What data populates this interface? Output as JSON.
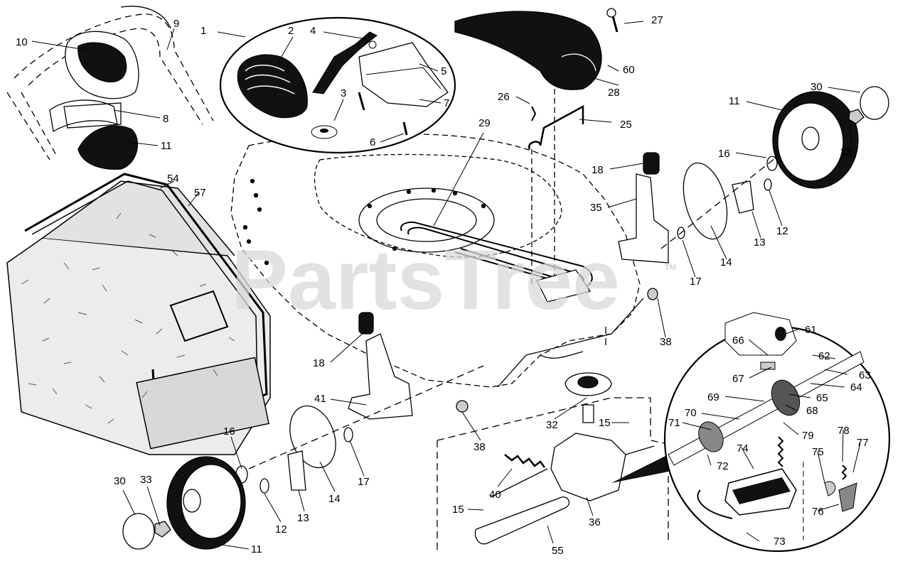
{
  "watermark": {
    "text": "PartsTree",
    "mark": "TM"
  },
  "callouts": [
    {
      "id": "c1",
      "text": "1"
    },
    {
      "id": "c2",
      "text": "2"
    },
    {
      "id": "c3",
      "text": "3"
    },
    {
      "id": "c4",
      "text": "4"
    },
    {
      "id": "c5",
      "text": "5"
    },
    {
      "id": "c6",
      "text": "6"
    },
    {
      "id": "c7",
      "text": "7"
    },
    {
      "id": "c8",
      "text": "8"
    },
    {
      "id": "c9",
      "text": "9"
    },
    {
      "id": "c10",
      "text": "10"
    },
    {
      "id": "c11a",
      "text": "11"
    },
    {
      "id": "c11b",
      "text": "11"
    },
    {
      "id": "c11c",
      "text": "11"
    },
    {
      "id": "c12a",
      "text": "12"
    },
    {
      "id": "c12b",
      "text": "12"
    },
    {
      "id": "c13a",
      "text": "13"
    },
    {
      "id": "c13b",
      "text": "13"
    },
    {
      "id": "c14a",
      "text": "14"
    },
    {
      "id": "c14b",
      "text": "14"
    },
    {
      "id": "c15a",
      "text": "15"
    },
    {
      "id": "c15b",
      "text": "15"
    },
    {
      "id": "c16a",
      "text": "16"
    },
    {
      "id": "c16b",
      "text": "16"
    },
    {
      "id": "c17a",
      "text": "17"
    },
    {
      "id": "c17b",
      "text": "17"
    },
    {
      "id": "c18a",
      "text": "18"
    },
    {
      "id": "c18b",
      "text": "18"
    },
    {
      "id": "c25",
      "text": "25"
    },
    {
      "id": "c26",
      "text": "26"
    },
    {
      "id": "c27",
      "text": "27"
    },
    {
      "id": "c28",
      "text": "28"
    },
    {
      "id": "c29",
      "text": "29"
    },
    {
      "id": "c30a",
      "text": "30"
    },
    {
      "id": "c30b",
      "text": "30"
    },
    {
      "id": "c32",
      "text": "32"
    },
    {
      "id": "c33a",
      "text": "33"
    },
    {
      "id": "c33b",
      "text": "33"
    },
    {
      "id": "c35",
      "text": "35"
    },
    {
      "id": "c36",
      "text": "36"
    },
    {
      "id": "c38a",
      "text": "38"
    },
    {
      "id": "c38b",
      "text": "38"
    },
    {
      "id": "c40",
      "text": "40"
    },
    {
      "id": "c41",
      "text": "41"
    },
    {
      "id": "c54",
      "text": "54"
    },
    {
      "id": "c55",
      "text": "55"
    },
    {
      "id": "c57",
      "text": "57"
    },
    {
      "id": "c60",
      "text": "60"
    },
    {
      "id": "c61",
      "text": "61"
    },
    {
      "id": "c62",
      "text": "62"
    },
    {
      "id": "c63",
      "text": "63"
    },
    {
      "id": "c64",
      "text": "64"
    },
    {
      "id": "c65",
      "text": "65"
    },
    {
      "id": "c66",
      "text": "66"
    },
    {
      "id": "c67",
      "text": "67"
    },
    {
      "id": "c68",
      "text": "68"
    },
    {
      "id": "c69",
      "text": "69"
    },
    {
      "id": "c70",
      "text": "70"
    },
    {
      "id": "c71",
      "text": "71"
    },
    {
      "id": "c72",
      "text": "72"
    },
    {
      "id": "c73",
      "text": "73"
    },
    {
      "id": "c74",
      "text": "74"
    },
    {
      "id": "c75",
      "text": "75"
    },
    {
      "id": "c76",
      "text": "76"
    },
    {
      "id": "c77",
      "text": "77"
    },
    {
      "id": "c78",
      "text": "78"
    },
    {
      "id": "c79",
      "text": "79"
    }
  ]
}
